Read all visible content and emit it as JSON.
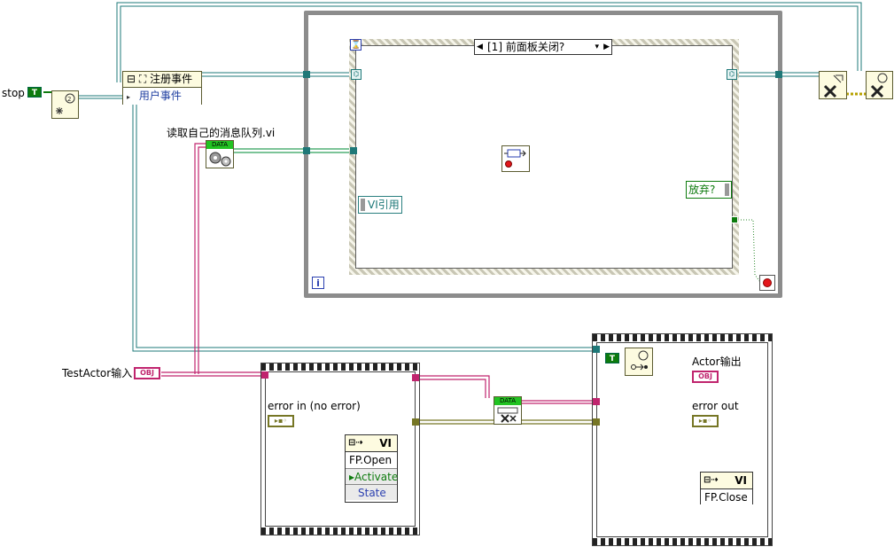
{
  "diagram": {
    "stop_label": "stop",
    "stop_const": "T",
    "register_events": {
      "title": "注册事件",
      "item": "用户事件"
    },
    "read_queue_vi": "读取自己的消息队列.vi",
    "data_label": "DATA",
    "case_selector": "[1] 前面板关闭?",
    "vi_ref_label": "VI引用",
    "discard_label": "放弃?",
    "loop_iter": "i",
    "hourglass": "⌛",
    "testactor_label": "TestActor输入",
    "obj_const": "OBJ",
    "error_in_label": "error in (no error)",
    "actor_out_label": "Actor输出",
    "error_out_label": "error out",
    "seq_true_const": "T",
    "invoke_open": {
      "cls": "VI",
      "method": "FP.Open",
      "p1": "Activate",
      "p2": "State"
    },
    "invoke_close": {
      "cls": "VI",
      "method": "FP.Close"
    },
    "colors": {
      "refwire": "#1e7878",
      "errwire": "#767625",
      "objwire": "#c0246e",
      "frame": "#8c8c8c"
    }
  }
}
